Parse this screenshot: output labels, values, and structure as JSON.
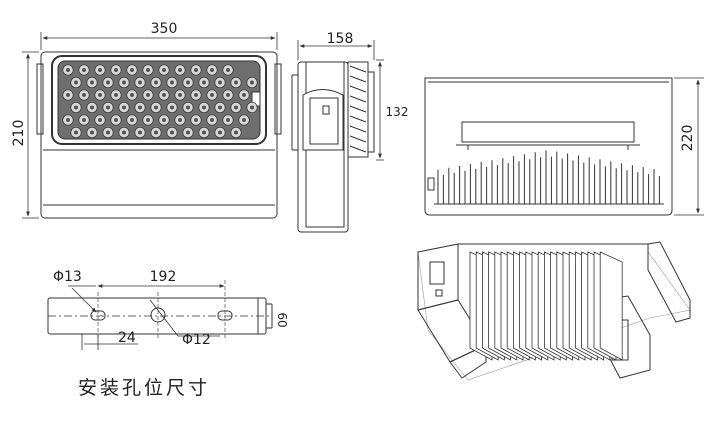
{
  "drawing": {
    "front_view": {
      "width_label": "350",
      "height_label": "210"
    },
    "side_view": {
      "depth_label": "158",
      "bracket_label": "132"
    },
    "rear_view": {
      "height_label": "220"
    },
    "mounting_bracket": {
      "hole_large_label": "Φ13",
      "hole_spacing_label": "192",
      "hole_small_label": "Φ12",
      "edge_offset_label": "24",
      "bracket_width_label": "60"
    },
    "caption": "安装孔位尺寸"
  },
  "colors": {
    "line": "#333333",
    "background": "#ffffff"
  }
}
